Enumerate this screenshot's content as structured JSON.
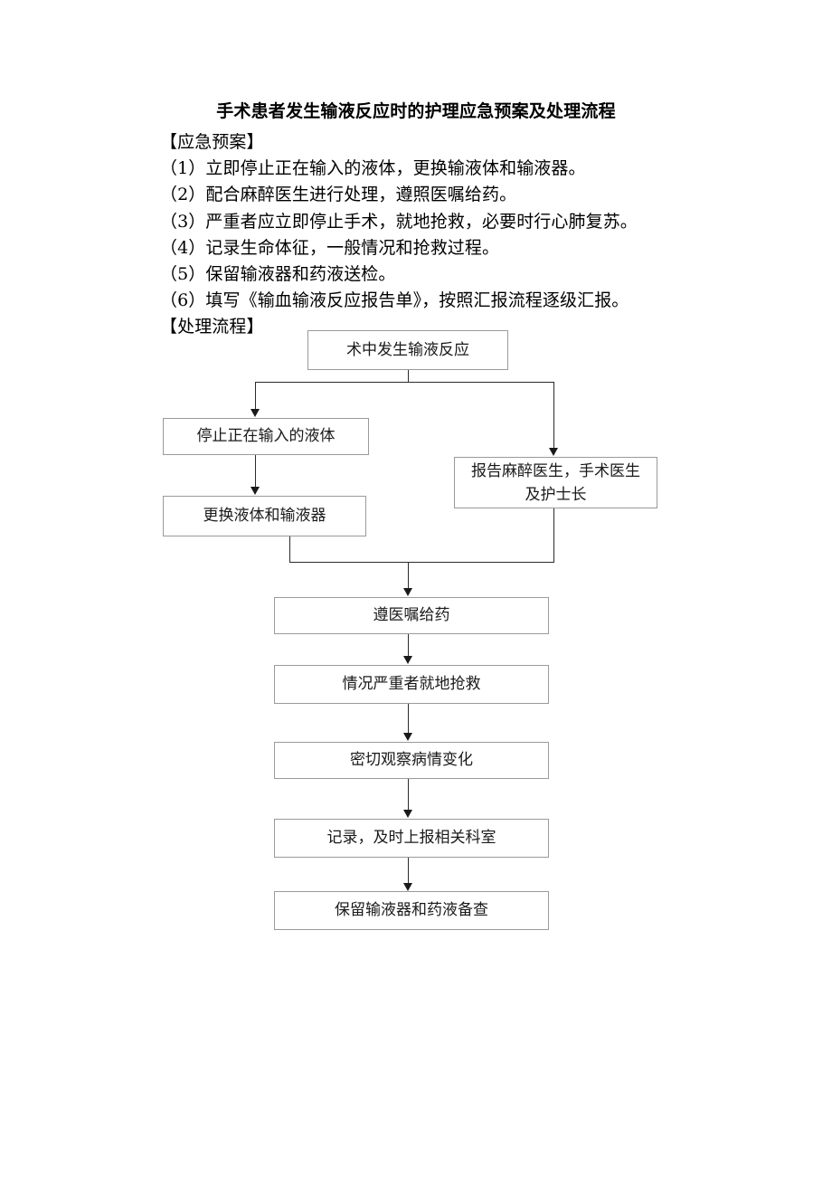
{
  "document": {
    "title": "手术患者发生输液反应时的护理应急预案及处理流程",
    "sections": {
      "plan_heading": "【应急预案】",
      "plan_items": [
        "（1）立即停止正在输入的液体，更换输液体和输液器。",
        "（2）配合麻醉医生进行处理，遵照医嘱给药。",
        "（3）严重者应立即停止手术，就地抢救，必要时行心肺复苏。",
        "（4）记录生命体征，一般情况和抢救过程。",
        "（5）保留输液器和药液送检。",
        "（6）填写《输血输液反应报告单》，按照汇报流程逐级汇报。"
      ],
      "flow_heading": "【处理流程】"
    }
  },
  "flowchart": {
    "nodes": {
      "start": "术中发生输液反应",
      "stop_infusion": "停止正在输入的液体",
      "replace_set": "更换液体和输液器",
      "report": "报告麻醉医生，手术医生及护士长",
      "give_drug": "遵医嘱给药",
      "rescue": "情况严重者就地抢救",
      "observe": "密切观察病情变化",
      "record": "记录，及时上报相关科室",
      "retain": "保留输液器和药液备查"
    },
    "colors": {
      "node_border": "#9a9a9a",
      "connector": "#2b2b2b",
      "node_fill": "#ffffff"
    }
  }
}
